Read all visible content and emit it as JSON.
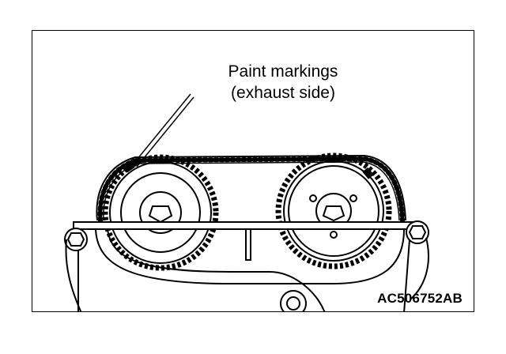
{
  "diagram": {
    "callout_line1": "Paint markings",
    "callout_line2": "(exhaust side)",
    "figure_code": "AC506752AB"
  }
}
